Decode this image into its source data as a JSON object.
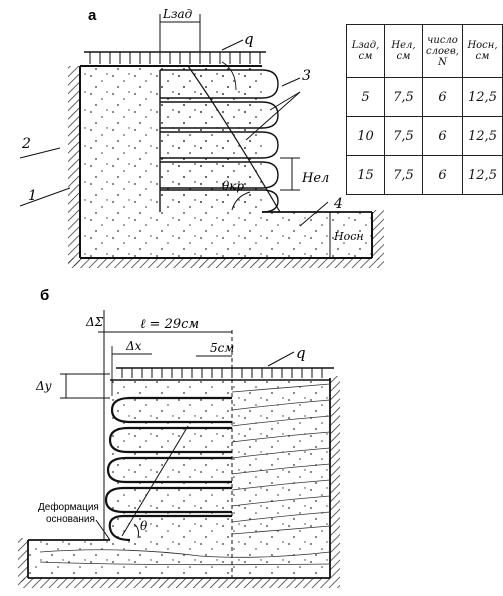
{
  "panel_a": {
    "letter": "а",
    "labels": {
      "l_zad": "Lзад",
      "q": "q",
      "n1": "1",
      "n2": "2",
      "n3": "3",
      "n4": "4",
      "theta": "θкр",
      "h_el": "Hел",
      "h_osn": "Hосн"
    }
  },
  "table": {
    "headers": [
      "Lзад, см",
      "Hел, см",
      "число слоев, N",
      "Hосн, см"
    ],
    "rows": [
      [
        "5",
        "7,5",
        "6",
        "12,5"
      ],
      [
        "10",
        "7,5",
        "6",
        "12,5"
      ],
      [
        "15",
        "7,5",
        "6",
        "12,5"
      ]
    ]
  },
  "panel_b": {
    "letter": "б",
    "labels": {
      "delta_e": "ΔΣ",
      "l": "ℓ = 29см",
      "delta_x": "Δx",
      "five": "5см",
      "q": "q",
      "delta_y": "Δy",
      "theta": "θ",
      "deformation": "Деформация основания"
    }
  }
}
